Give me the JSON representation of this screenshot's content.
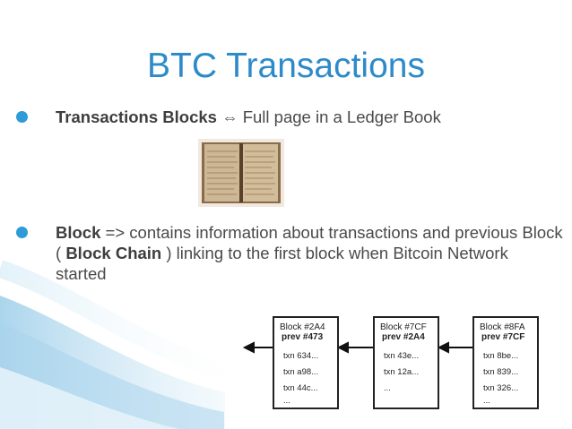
{
  "slide": {
    "title": "BTC Transactions",
    "colors": {
      "title": "#2e8bc9",
      "bullet": "#2e9bd6",
      "text": "#4a4a4a"
    }
  },
  "bullets": [
    {
      "strong": "Transactions Blocks",
      "arrow": "⇔",
      "rest": " Full page in a Ledger Book"
    },
    {
      "strong1": "Block",
      "text1": " => contains information about transactions and previous Block ( ",
      "strong2": "Block Chain",
      "text2": " ) linking to the first block when Bitcoin Network started"
    }
  ],
  "ledger_image": {
    "icon": "ledger-book-photo"
  },
  "chain": {
    "blocks": [
      {
        "header": "Block #2A4",
        "prev": "prev #473",
        "txns": [
          "txn 634...",
          "txn a98...",
          "txn 44c...",
          "..."
        ]
      },
      {
        "header": "Block #7CF",
        "prev": "prev #2A4",
        "txns": [
          "txn 43e...",
          "txn 12a...",
          "...",
          ""
        ]
      },
      {
        "header": "Block #8FA",
        "prev": "prev #7CF",
        "txns": [
          "txn 8be...",
          "txn 839...",
          "txn 326...",
          "..."
        ]
      }
    ]
  }
}
